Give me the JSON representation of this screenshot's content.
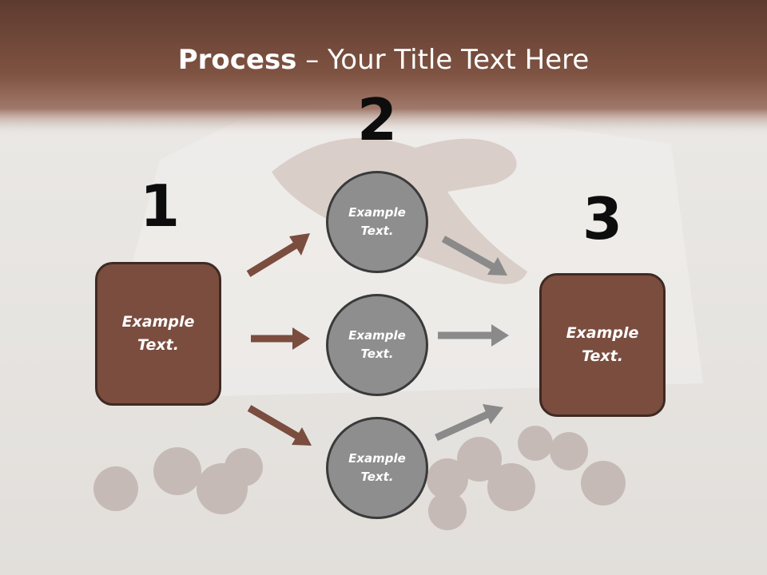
{
  "slide": {
    "title_bold": "Process",
    "title_rest": " – Your Title Text Here",
    "colors": {
      "header": "#6b4436",
      "box_fill": "#7a4d3f",
      "box_border": "#3f2a23",
      "circle_fill": "#8e8e8e",
      "arrow_brown": "#7a4d3f",
      "arrow_gray": "#8a8a8a"
    },
    "steps": [
      {
        "number": "1",
        "label": "Example\nText."
      },
      {
        "number": "2",
        "label": "Example\nText."
      },
      {
        "number": "3",
        "label": "Example\nText."
      }
    ],
    "circles": [
      {
        "label": "Example\nText."
      },
      {
        "label": "Example\nText."
      },
      {
        "label": "Example\nText."
      }
    ]
  }
}
